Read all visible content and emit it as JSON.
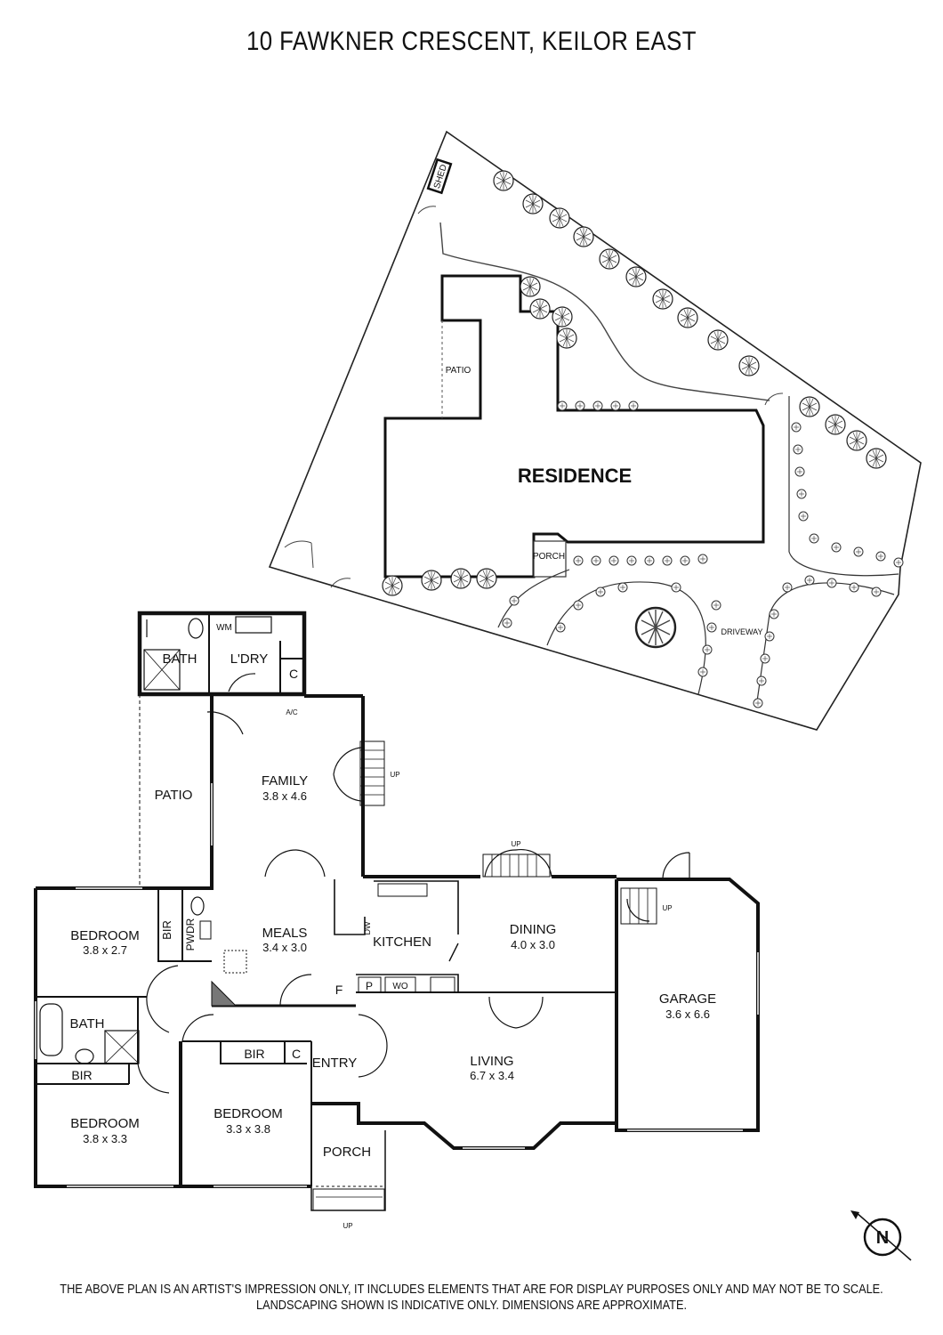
{
  "title": "10 FAWKNER CRESCENT, KEILOR EAST",
  "site_plan": {
    "shed": "SHED",
    "patio": "PATIO",
    "residence": "RESIDENCE",
    "porch": "PORCH",
    "driveway": "DRIVEWAY"
  },
  "rooms": [
    {
      "name": "BATH",
      "dims": ""
    },
    {
      "name": "L'DRY",
      "dims": ""
    },
    {
      "name": "WM",
      "dims": ""
    },
    {
      "name": "C",
      "dims": ""
    },
    {
      "name": "A/C",
      "dims": ""
    },
    {
      "name": "PATIO",
      "dims": ""
    },
    {
      "name": "FAMILY",
      "dims": "3.8 x 4.6"
    },
    {
      "name": "BEDROOM",
      "dims": "3.8 x 2.7"
    },
    {
      "name": "BIR",
      "dims": ""
    },
    {
      "name": "PWDR",
      "dims": ""
    },
    {
      "name": "MEALS",
      "dims": "3.4 x 3.0"
    },
    {
      "name": "KITCHEN",
      "dims": ""
    },
    {
      "name": "DINING",
      "dims": "4.0 x 3.0"
    },
    {
      "name": "GARAGE",
      "dims": "3.6 x 6.6"
    },
    {
      "name": "BATH",
      "dims": ""
    },
    {
      "name": "BIR",
      "dims": ""
    },
    {
      "name": "BEDROOM",
      "dims": "3.8 x 3.3"
    },
    {
      "name": "BIR",
      "dims": ""
    },
    {
      "name": "C",
      "dims": ""
    },
    {
      "name": "ENTRY",
      "dims": ""
    },
    {
      "name": "BEDROOM",
      "dims": "3.3 x 3.8"
    },
    {
      "name": "LIVING",
      "dims": "6.7 x 3.4"
    },
    {
      "name": "PORCH",
      "dims": ""
    }
  ],
  "fixtures": {
    "dw": "DW",
    "p": "P",
    "wo": "WO",
    "f": "F"
  },
  "stairs_up": [
    "UP",
    "UP",
    "UP",
    "UP"
  ],
  "compass": "N",
  "disclaimer_line1": "THE ABOVE PLAN IS AN ARTIST'S IMPRESSION ONLY, IT INCLUDES ELEMENTS THAT ARE FOR DISPLAY PURPOSES ONLY AND MAY NOT BE TO SCALE.",
  "disclaimer_line2": "LANDSCAPING SHOWN IS INDICATIVE ONLY. DIMENSIONS ARE APPROXIMATE."
}
